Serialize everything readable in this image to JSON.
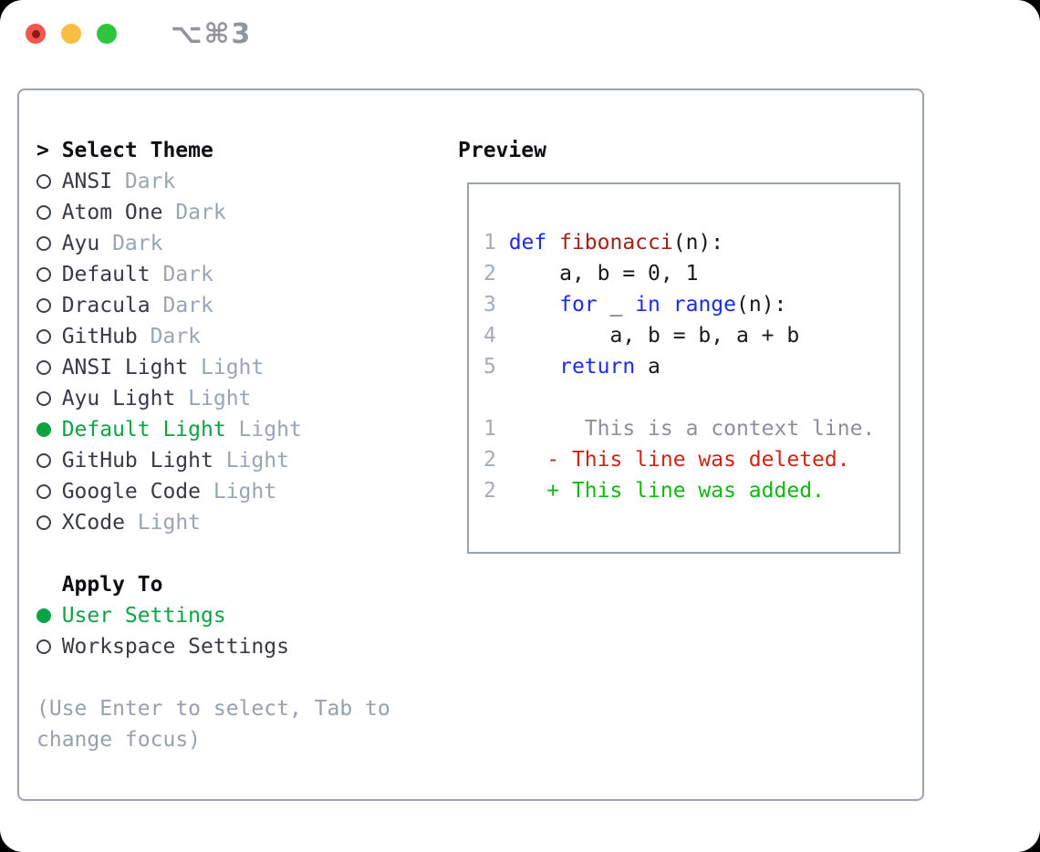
{
  "window": {
    "title": "⌥⌘3"
  },
  "colors": {
    "kw": "#1c2bea",
    "fn": "#a32015",
    "pl": "#17191d",
    "ln": "#a4acb6",
    "ctx": "#8b9199",
    "del": "#cb2516",
    "add": "#0cba0c",
    "ui_green": "#0da344",
    "item": "#363b44",
    "variant": "#9aa5b2",
    "help": "#97a1ae",
    "border": "#9aa3b0",
    "title_gray": "#8f959c",
    "marker": "#3d434c",
    "heading": "#0c0e12",
    "traffic_red": "#f4564e",
    "traffic_yellow": "#f8bd45",
    "traffic_green": "#2fc63f"
  },
  "theme_list": {
    "prompt": ">",
    "title": "Select Theme",
    "items": [
      {
        "name": "ANSI",
        "variant": "Dark",
        "selected": false
      },
      {
        "name": "Atom One",
        "variant": "Dark",
        "selected": false
      },
      {
        "name": "Ayu",
        "variant": "Dark",
        "selected": false
      },
      {
        "name": "Default",
        "variant": "Dark",
        "selected": false
      },
      {
        "name": "Dracula",
        "variant": "Dark",
        "selected": false
      },
      {
        "name": "GitHub",
        "variant": "Dark",
        "selected": false
      },
      {
        "name": "ANSI Light",
        "variant": "Light",
        "selected": false
      },
      {
        "name": "Ayu Light",
        "variant": "Light",
        "selected": false
      },
      {
        "name": "Default Light",
        "variant": "Light",
        "selected": true
      },
      {
        "name": "GitHub Light",
        "variant": "Light",
        "selected": false
      },
      {
        "name": "Google Code",
        "variant": "Light",
        "selected": false
      },
      {
        "name": "XCode",
        "variant": "Light",
        "selected": false
      }
    ]
  },
  "apply_to": {
    "title": "Apply To",
    "options": [
      {
        "label": "User Settings",
        "selected": true
      },
      {
        "label": "Workspace Settings",
        "selected": false
      }
    ]
  },
  "help": {
    "lines": [
      "(Use Enter to select, Tab to",
      "change focus)"
    ]
  },
  "preview": {
    "title": "Preview",
    "code_lines": [
      [
        {
          "t": "1 ",
          "c": "ln"
        },
        {
          "t": "def ",
          "c": "kw"
        },
        {
          "t": "fibonacci",
          "c": "fn"
        },
        {
          "t": "(n):",
          "c": "pl"
        }
      ],
      [
        {
          "t": "2 ",
          "c": "ln"
        },
        {
          "t": "    a, b = 0, 1",
          "c": "pl"
        }
      ],
      [
        {
          "t": "3 ",
          "c": "ln"
        },
        {
          "t": "    ",
          "c": "pl"
        },
        {
          "t": "for",
          "c": "kw"
        },
        {
          "t": " _ ",
          "c": "pl"
        },
        {
          "t": "in",
          "c": "kw"
        },
        {
          "t": " ",
          "c": "pl"
        },
        {
          "t": "range",
          "c": "kw"
        },
        {
          "t": "(n):",
          "c": "pl"
        }
      ],
      [
        {
          "t": "4 ",
          "c": "ln"
        },
        {
          "t": "        a, b = b, a + b",
          "c": "pl"
        }
      ],
      [
        {
          "t": "5 ",
          "c": "ln"
        },
        {
          "t": "    ",
          "c": "pl"
        },
        {
          "t": "return",
          "c": "kw"
        },
        {
          "t": " a",
          "c": "pl"
        }
      ],
      [],
      [
        {
          "t": "1 ",
          "c": "ln"
        },
        {
          "t": "      This is a context line.",
          "c": "ctx"
        }
      ],
      [
        {
          "t": "2 ",
          "c": "ln"
        },
        {
          "t": "   - This line was deleted.",
          "c": "del"
        }
      ],
      [
        {
          "t": "2 ",
          "c": "ln"
        },
        {
          "t": "   + This line was added.",
          "c": "add"
        }
      ]
    ]
  }
}
